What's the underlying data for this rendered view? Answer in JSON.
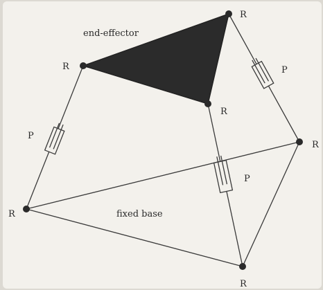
{
  "labels": {
    "end_effector": "end-effector",
    "fixed_base": "fixed base",
    "revolute": "R",
    "prismatic": "P"
  },
  "colors": {
    "end_effector_fill": "#2b2b2b",
    "line": "#3a3a3a",
    "paper": "#f3f1ec"
  }
}
